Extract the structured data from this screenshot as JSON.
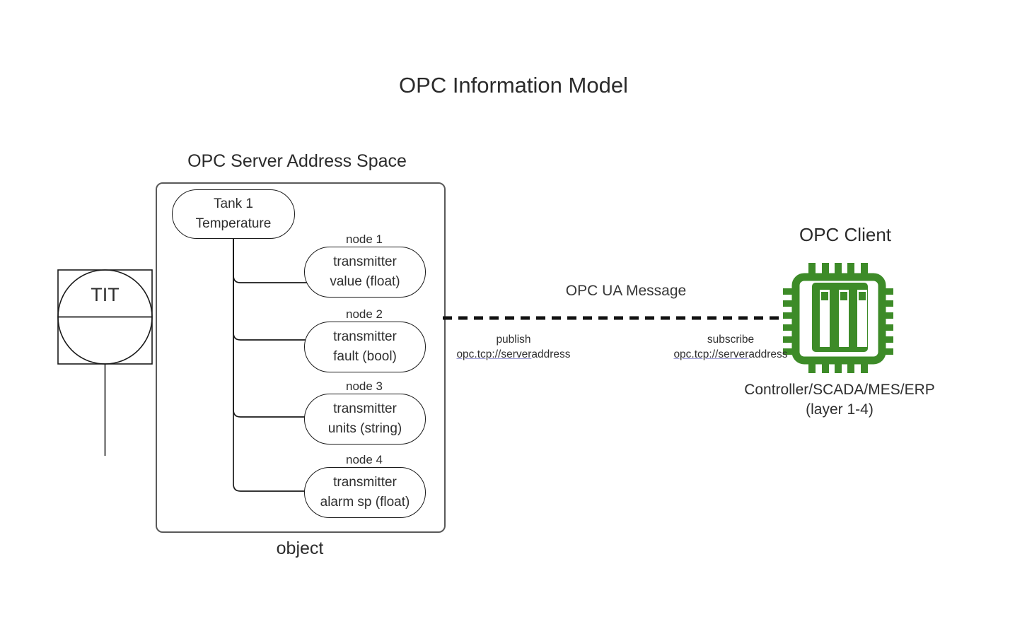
{
  "title": "OPC Information Model",
  "server": {
    "heading": "OPC Server Address Space",
    "object_label": "object",
    "tank_node": {
      "line1": "Tank 1",
      "line2": "Temperature"
    },
    "nodes": [
      {
        "label": "node 1",
        "line1": "transmitter",
        "line2": "value (float)"
      },
      {
        "label": "node 2",
        "line1": "transmitter",
        "line2": "fault (bool)"
      },
      {
        "label": "node 3",
        "line1": "transmitter",
        "line2": "units (string)"
      },
      {
        "label": "node 4",
        "line1": "transmitter",
        "line2": "alarm sp (float)"
      }
    ]
  },
  "instrument": {
    "tag": "TIT"
  },
  "message": {
    "label": "OPC UA Message",
    "publish": {
      "action": "publish",
      "url_link": "opc.tcp://server",
      "url_rest": "address"
    },
    "subscribe": {
      "action": "subscribe",
      "url_link": "opc.tcp://server",
      "url_rest": "address"
    }
  },
  "client": {
    "heading": "OPC Client",
    "caption_line1": "Controller/SCADA/MES/ERP",
    "caption_line2": "(layer 1-4)",
    "chip_icon": "microchip-icon",
    "chip_color": "#3d8b28"
  },
  "colors": {
    "stroke": "#1a1a1a",
    "box_stroke": "#5a5a5a",
    "text": "#2e2e2e",
    "link_underline": "#9b9bd7",
    "chip_green": "#3d8b28",
    "background": "#ffffff"
  }
}
